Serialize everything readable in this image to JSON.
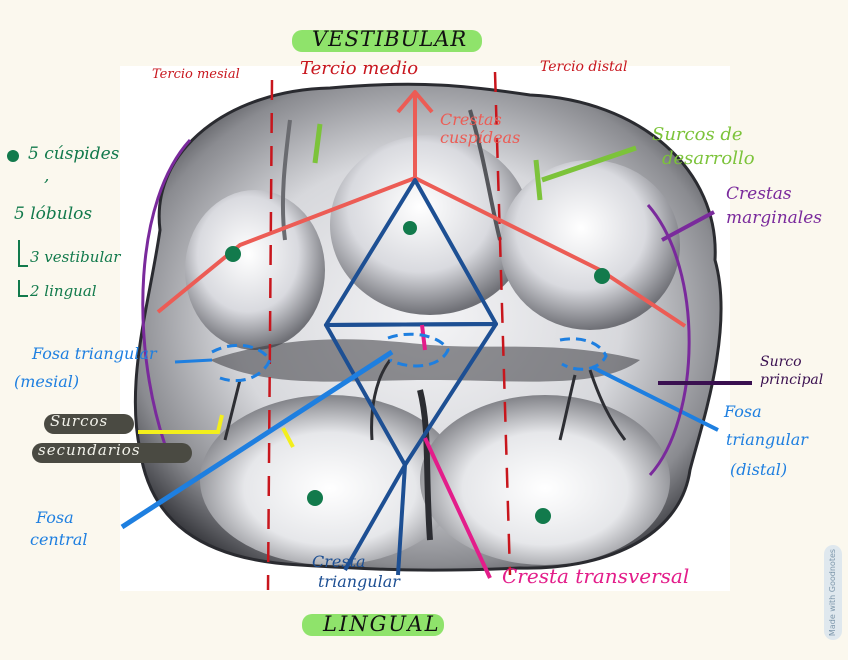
{
  "headings": {
    "top": "VESTIBULAR",
    "bottom": "LINGUAL"
  },
  "thirds": {
    "mesial": "Tercio mesial",
    "middle": "Tercio medio",
    "distal": "Tercio distal"
  },
  "left_notes": {
    "cusps": "5 cúspides",
    "comma": ",",
    "lobes": "5 lóbulos",
    "vestibular": "3 vestibular",
    "lingual": "2 lingual"
  },
  "labels": {
    "crestas_cuspideas_1": "Crestas",
    "crestas_cuspideas_2": "cuspídeas",
    "surcos_desarrollo_1": "Surcos de",
    "surcos_desarrollo_2": "desarrollo",
    "crestas_marginales_1": "Crestas",
    "crestas_marginales_2": "marginales",
    "fosa_mesial_1": "Fosa triangular",
    "fosa_mesial_2": "(mesial)",
    "surcos_secundarios_1": "Surcos",
    "surcos_secundarios_2": "secundarios",
    "surco_principal_1": "Surco",
    "surco_principal_2": "principal",
    "fosa_distal_1": "Fosa",
    "fosa_distal_2": "triangular",
    "fosa_distal_3": "(distal)",
    "fosa_central_1": "Fosa",
    "fosa_central_2": "central",
    "cresta_triangular_1": "Cresta",
    "cresta_triangular_2": "triangular",
    "cresta_transversal": "Cresta transversal"
  },
  "watermark": "Made with Goodnotes",
  "colors": {
    "red": "#e0383a",
    "dark_red": "#c8161d",
    "salmon": "#ec5c55",
    "green": "#7cc33a",
    "highlight_green": "#8fe36b",
    "purple": "#7a2a9c",
    "dark_purple": "#3a1050",
    "blue": "#1e7fe0",
    "navy": "#1d4f93",
    "teal": "#127a4c",
    "magenta": "#e31d8a",
    "yellow": "#f3ef1c",
    "gray_highlight": "#4a4a42"
  }
}
